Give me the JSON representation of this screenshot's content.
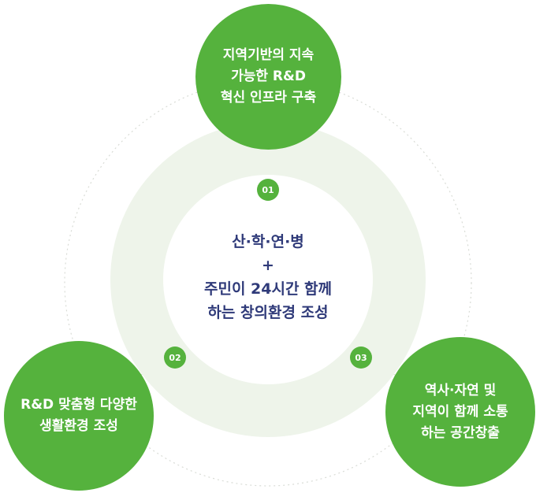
{
  "center": {
    "line1": "산·학·연·병",
    "line2": "+",
    "line3": "주민이 24시간 함께",
    "line4": "하는 창의환경 조성"
  },
  "nodes": [
    {
      "number": "01",
      "lines": [
        "지역기반의 지속",
        "가능한 R&D",
        "혁신 인프라 구축"
      ]
    },
    {
      "number": "02",
      "lines": [
        "R&D 맞춤형 다양한",
        "생활환경 조성"
      ]
    },
    {
      "number": "03",
      "lines": [
        "역사·자연 및",
        "지역이 함께 소통",
        "하는 공간창출"
      ]
    }
  ],
  "colors": {
    "node_green": "#55b23d",
    "ring_light": "#eef4ea",
    "center_text": "#2f3a79",
    "dotted_orbit": "#d9dcd6"
  }
}
